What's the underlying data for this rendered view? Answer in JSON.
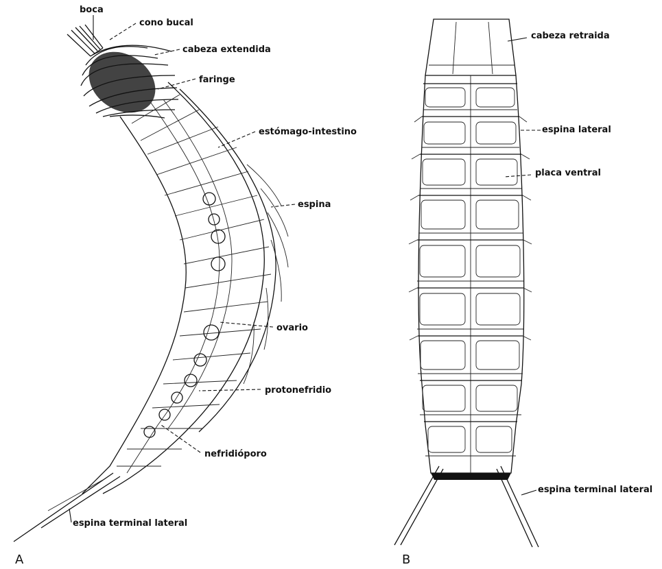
{
  "panels": {
    "a": {
      "letter": "A",
      "labels": {
        "boca": "boca",
        "cono_bucal": "cono bucal",
        "cabeza_extendida": "cabeza extendida",
        "faringe": "faringe",
        "estomago_intestino": "estómago-intestino",
        "espina": "espina",
        "ovario": "ovario",
        "protonefridio": "protonefridio",
        "nefridioporo": "nefridióporo",
        "espina_terminal_lateral": "espina terminal lateral"
      }
    },
    "b": {
      "letter": "B",
      "labels": {
        "cabeza_retraida": "cabeza retraida",
        "espina_lateral": "espina lateral",
        "placa_ventral": "placa ventral",
        "espina_terminal_lateral": "espina terminal lateral"
      }
    }
  }
}
